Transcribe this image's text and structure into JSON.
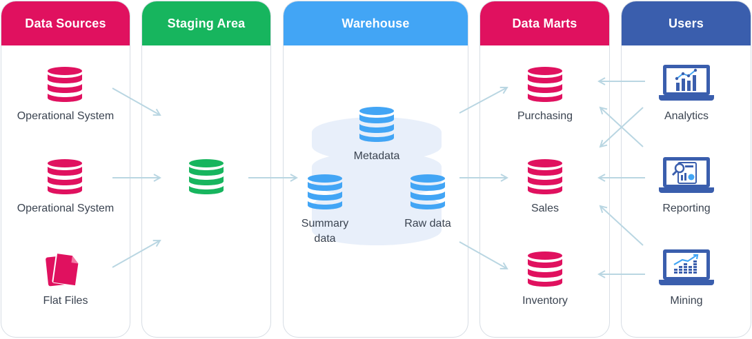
{
  "columns": {
    "sources": {
      "title": "Data Sources",
      "color": "#e0115f"
    },
    "staging": {
      "title": "Staging Area",
      "color": "#17b55e"
    },
    "warehouse": {
      "title": "Warehouse",
      "color": "#42a5f5"
    },
    "marts": {
      "title": "Data Marts",
      "color": "#e0115f"
    },
    "users": {
      "title": "Users",
      "color": "#3a5ead"
    }
  },
  "sources": {
    "item1": "Operational System",
    "item2": "Operational System",
    "item3": "Flat Files"
  },
  "warehouse": {
    "metadata": "Metadata",
    "summary": "Summary data",
    "raw": "Raw data"
  },
  "marts": {
    "purchasing": "Purchasing",
    "sales": "Sales",
    "inventory": "Inventory"
  },
  "users": {
    "analytics": "Analytics",
    "reporting": "Reporting",
    "mining": "Mining"
  },
  "icons": {
    "pink_db": "database-icon",
    "green_db": "database-icon",
    "blue_db": "database-icon",
    "files": "files-icon",
    "analytics": "laptop-analytics-icon",
    "reporting": "laptop-report-icon",
    "mining": "laptop-mining-icon"
  },
  "colors": {
    "pink": "#e0115f",
    "green": "#17b55e",
    "blue": "#42a5f5",
    "navy": "#3a5ead",
    "arrow": "#b9d6e2",
    "tier": "#e8effa"
  }
}
